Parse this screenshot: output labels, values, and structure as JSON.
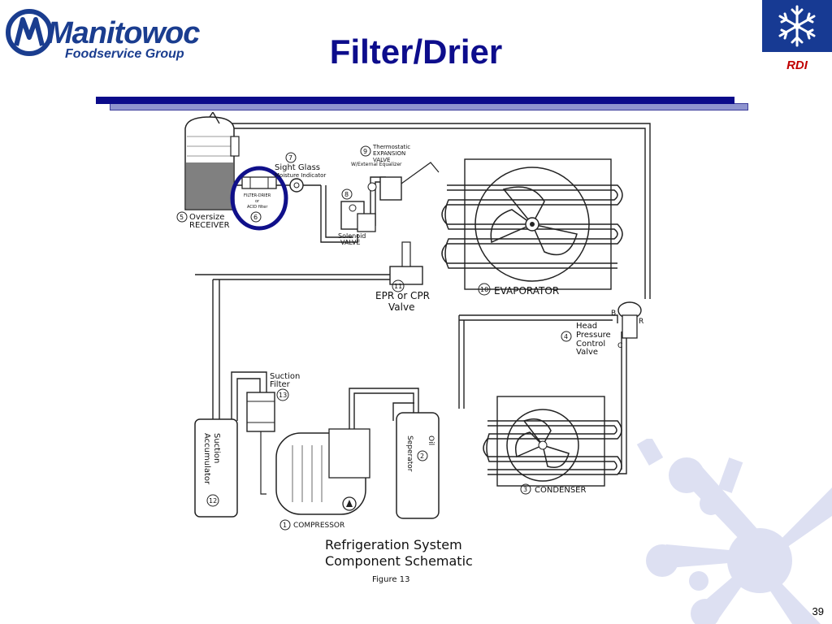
{
  "header": {
    "logo_word": "Manitowoc",
    "logo_sub": "Foodservice Group",
    "title": "Filter/Drier",
    "badge": "RDI"
  },
  "schematic": {
    "labels": {
      "receiver_num": "5",
      "receiver_l1": "Oversize",
      "receiver_l2": "RECEIVER",
      "drier_num": "6",
      "drier_l1": "FILTER-DRIER",
      "drier_l2": "or",
      "drier_l3": "ACID filter",
      "sight_num": "7",
      "sight_l1": "Sight Glass",
      "sight_l2": "Moisture Indicator",
      "solenoid_num": "8",
      "solenoid_l1": "Solenoid",
      "solenoid_l2": "VALVE",
      "txv_num": "9",
      "txv_l1": "Thermostatic",
      "txv_l2": "EXPANSION",
      "txv_l3": "VALVE",
      "txv_l4": "W/External Equalizer",
      "evap_num": "10",
      "evap_l1": "EVAPORATOR",
      "epr_num": "11",
      "epr_l1": "EPR or CPR",
      "epr_l2": "Valve",
      "head_num": "4",
      "head_l1": "Head",
      "head_l2": "Pressure",
      "head_l3": "Control",
      "head_l4": "Valve",
      "port_b": "B",
      "port_r": "R",
      "port_c": "C",
      "suction_filter_num": "13",
      "suction_filter_l1": "Suction",
      "suction_filter_l2": "Filter",
      "accumulator_num": "12",
      "accumulator_l1": "Suction",
      "accumulator_l2": "Accumulator",
      "oil_sep_num": "2",
      "oil_sep_l1": "Oil",
      "oil_sep_l2": "Seperator",
      "compressor_num": "1",
      "compressor_l1": "COMPRESSOR",
      "condenser_num": "3",
      "condenser_l1": "CONDENSER"
    },
    "caption": {
      "line1": "Refrigeration System",
      "line2": "Component Schematic",
      "figure": "Figure 13"
    }
  },
  "footer": {
    "page_number": "39"
  },
  "colors": {
    "title": "#0d0d8c",
    "brand_blue": "#1a3d8f",
    "rule": "#0b0b8a",
    "rule_shadow": "#8f94cf",
    "badge_bg": "#173a93",
    "badge_text": "#c00000",
    "highlight_ring": "#10108a",
    "snowflake_watermark": "#dde0f2"
  }
}
